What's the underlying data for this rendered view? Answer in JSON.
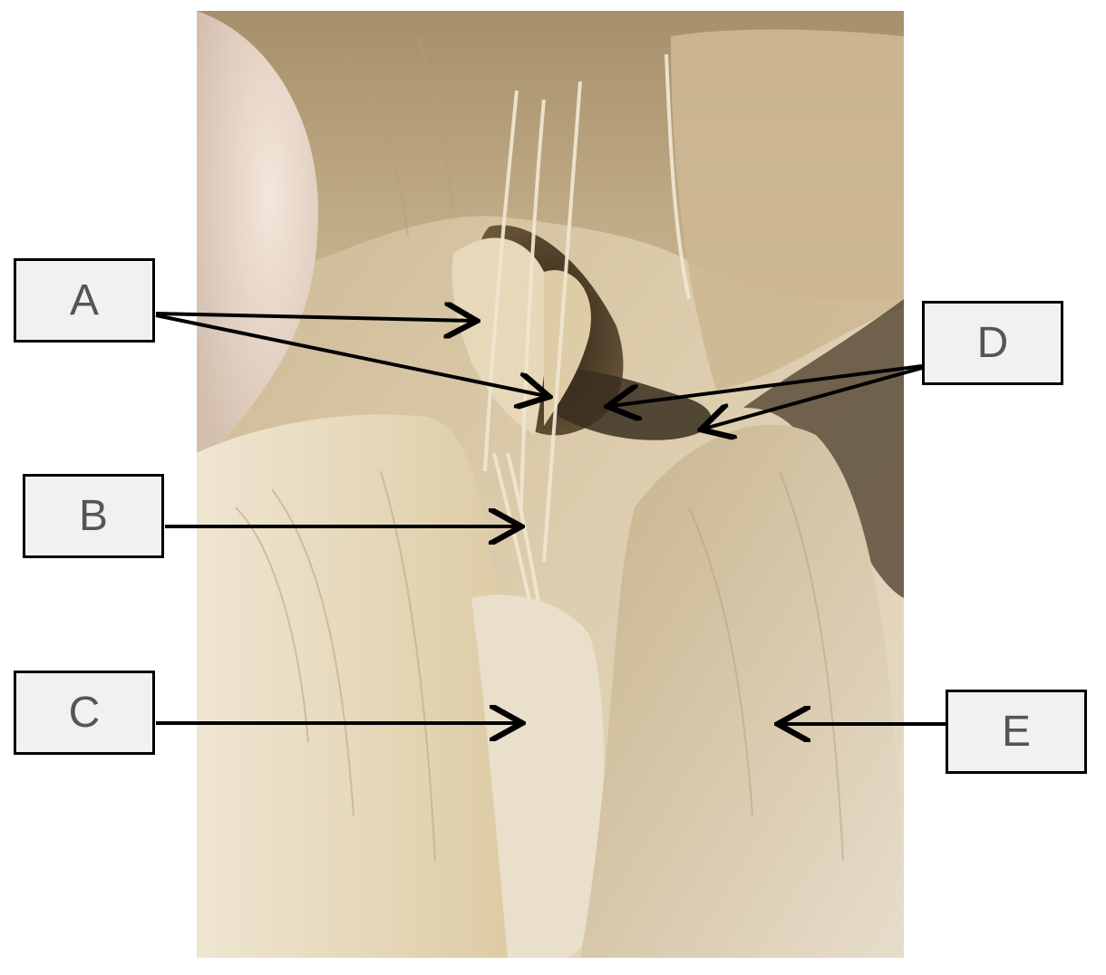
{
  "labels": {
    "a": "A",
    "b": "B",
    "c": "C",
    "d": "D",
    "e": "E"
  },
  "colors": {
    "arrow": "#000000",
    "box_fill": "#f1f1f1",
    "label_text": "#555555",
    "tissue_base": "#d9c9a6",
    "tissue_shadow": "#8a7656",
    "tissue_light": "#efe5cf"
  }
}
